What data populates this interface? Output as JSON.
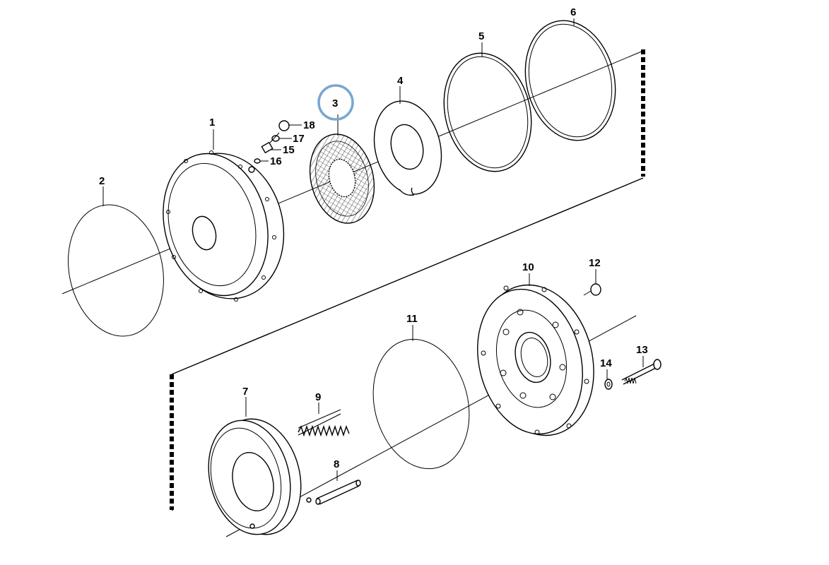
{
  "diagram": {
    "highlight_color": "#7aa6d2",
    "line_color": "#000000",
    "highlighted_part": "3",
    "callouts": [
      {
        "id": "c1",
        "label": "1"
      },
      {
        "id": "c2",
        "label": "2"
      },
      {
        "id": "c3",
        "label": "3"
      },
      {
        "id": "c4",
        "label": "4"
      },
      {
        "id": "c5",
        "label": "5"
      },
      {
        "id": "c6",
        "label": "6"
      },
      {
        "id": "c7",
        "label": "7"
      },
      {
        "id": "c8",
        "label": "8"
      },
      {
        "id": "c9",
        "label": "9"
      },
      {
        "id": "c10",
        "label": "10"
      },
      {
        "id": "c11",
        "label": "11"
      },
      {
        "id": "c12",
        "label": "12"
      },
      {
        "id": "c13",
        "label": "13"
      },
      {
        "id": "c14",
        "label": "14"
      },
      {
        "id": "c15",
        "label": "15"
      },
      {
        "id": "c16",
        "label": "16"
      },
      {
        "id": "c17",
        "label": "17"
      },
      {
        "id": "c18",
        "label": "18"
      }
    ]
  }
}
